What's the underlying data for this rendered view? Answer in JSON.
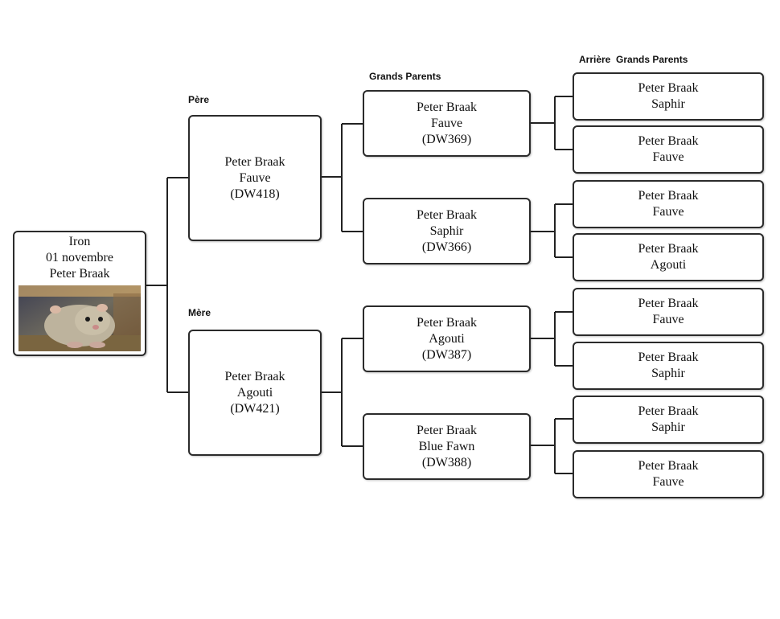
{
  "headers": {
    "father": "Père",
    "mother": "Mère",
    "grandparents": "Grands Parents",
    "great_grandparents": "Arrière  Grands Parents"
  },
  "subject": {
    "name": "Iron",
    "date": "01 novembre",
    "breeder": "Peter Braak",
    "photo_icon": "hamster-photo"
  },
  "father": {
    "breeder": "Peter Braak",
    "color": "Fauve",
    "code": "(DW418)"
  },
  "mother": {
    "breeder": "Peter Braak",
    "color": "Agouti",
    "code": "(DW421)"
  },
  "grandparents": [
    {
      "breeder": "Peter Braak",
      "color": "Fauve",
      "code": "(DW369)"
    },
    {
      "breeder": "Peter Braak",
      "color": "Saphir",
      "code": "(DW366)"
    },
    {
      "breeder": "Peter Braak",
      "color": "Agouti",
      "code": "(DW387)"
    },
    {
      "breeder": "Peter Braak",
      "color": "Blue Fawn",
      "code": "(DW388)"
    }
  ],
  "great_grandparents": [
    {
      "breeder": "Peter Braak",
      "color": "Saphir"
    },
    {
      "breeder": "Peter Braak",
      "color": "Fauve"
    },
    {
      "breeder": "Peter Braak",
      "color": "Fauve"
    },
    {
      "breeder": "Peter Braak",
      "color": "Agouti"
    },
    {
      "breeder": "Peter Braak",
      "color": "Fauve"
    },
    {
      "breeder": "Peter Braak",
      "color": "Saphir"
    },
    {
      "breeder": "Peter Braak",
      "color": "Saphir"
    },
    {
      "breeder": "Peter Braak",
      "color": "Fauve"
    }
  ]
}
